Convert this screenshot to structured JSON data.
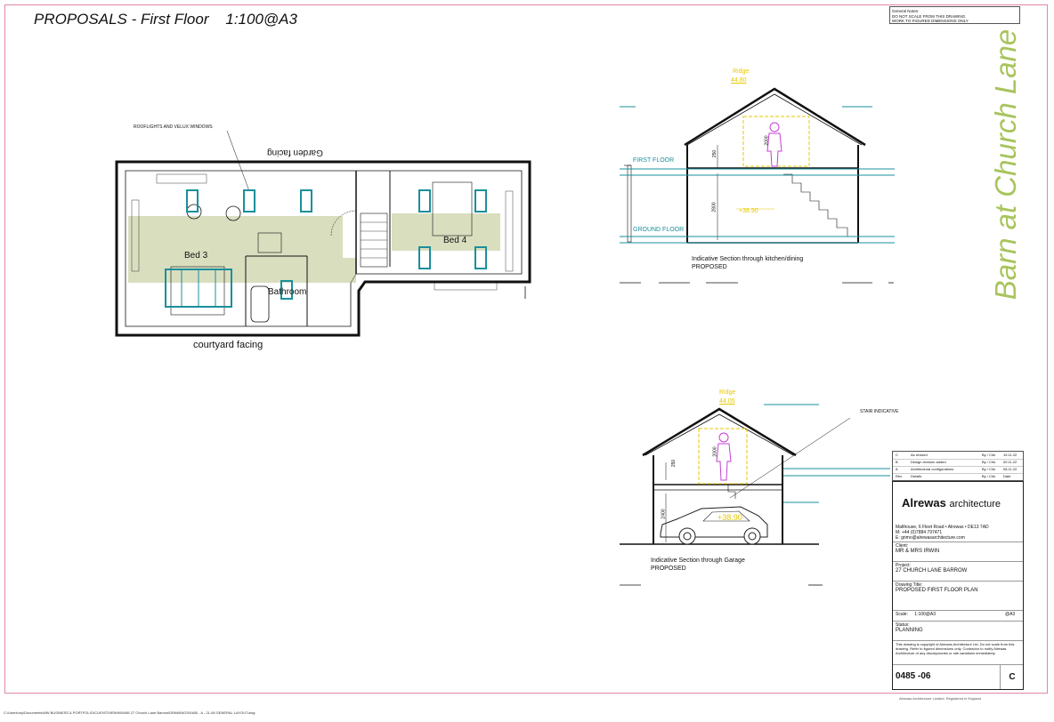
{
  "title": "PROPOSALS - First Floor    1:100@A3",
  "side_title": "Barn at Church Lane",
  "general_notes": [
    "General Notes:",
    "DO NOT SCALE FROM THIS DRAWING.",
    "WORK TO FIGURED DIMENSIONS ONLY"
  ],
  "plan": {
    "rooflights_note": "ROOFLIGHTS AND VELUX WINDOWS",
    "garden_label": "Garden facing",
    "courtyard_label": "courtyard facing",
    "bed3": "Bed 3",
    "bed4": "Bed 4",
    "bathroom": "Bathroom"
  },
  "section1": {
    "ridge_label": "Ridge",
    "ridge_level": "44.80",
    "first_floor": "FIRST FLOOR",
    "ground_floor": "GROUND FLOOR",
    "level": "+38.90",
    "dim1": "2800",
    "dim2": "250",
    "dim3": "2000",
    "caption1": "Indicative Section through kitchen/dining",
    "caption2": "PROPOSED"
  },
  "section2": {
    "ridge_label": "Ridge",
    "ridge_level": "44.05",
    "stair_note": "STAIR INDICATIVE",
    "level": "+38.90",
    "dim1": "2400",
    "dim2": "250",
    "dim3": "2000",
    "caption1": "Indicative Section through Garage",
    "caption2": "PROPOSED"
  },
  "revisions": [
    {
      "rev": "C",
      "desc": "As revised",
      "by": "By / Chk",
      "date": "15.11.22"
    },
    {
      "rev": "B",
      "desc": "Design revision added",
      "by": "By / Chk",
      "date": "09.11.22"
    },
    {
      "rev": "A",
      "desc": "Architectural configurations",
      "by": "By / Chk",
      "date": "08.11.22"
    },
    {
      "rev": "Rev.",
      "desc": "Details",
      "by": "By / Chk",
      "date": "Date"
    }
  ],
  "title_block": {
    "firm": "Alrewas",
    "firm_suffix": "architecture",
    "address": "Malthouse, 6 Fleet Road • Alrewas • DE13 7AD",
    "phone": "M: +44 (0)7884 797471",
    "email": "E: grimo@alrewasarchitecture.com",
    "client_label": "Client:",
    "client": "MR & MRS IRWIN",
    "project_label": "Project:",
    "project": "27 CHURCH LANE BARROW",
    "drawing_label": "Drawing Title:",
    "drawing": "PROPOSED FIRST FLOOR PLAN",
    "scale_label": "Scale:",
    "scale": "1:100@A3",
    "sheet": "@A3",
    "status_label": "Status:",
    "status": "PLANNING",
    "copyright": "This drawing is copyright of Alrewas Architecture Ltd. Do not scale from this drawing. Refer to figured dimensions only. Contractor to notify Alrewas Architecture of any discrepancies or site variations immediately.",
    "drawing_no": "0485 -06",
    "revision": "C"
  },
  "footer_path": "C:\\Users\\my\\Documents\\MW BUSINESS & PORTFOLIO\\CLIENTS\\IRWIN\\0485 27 Church Lane Barrow\\DRAWINGS\\0485 - A - 21-06 GENERAL LAYOUT.dwg",
  "footer_copy": "Alrewas Architecture Limited. Registered in England"
}
